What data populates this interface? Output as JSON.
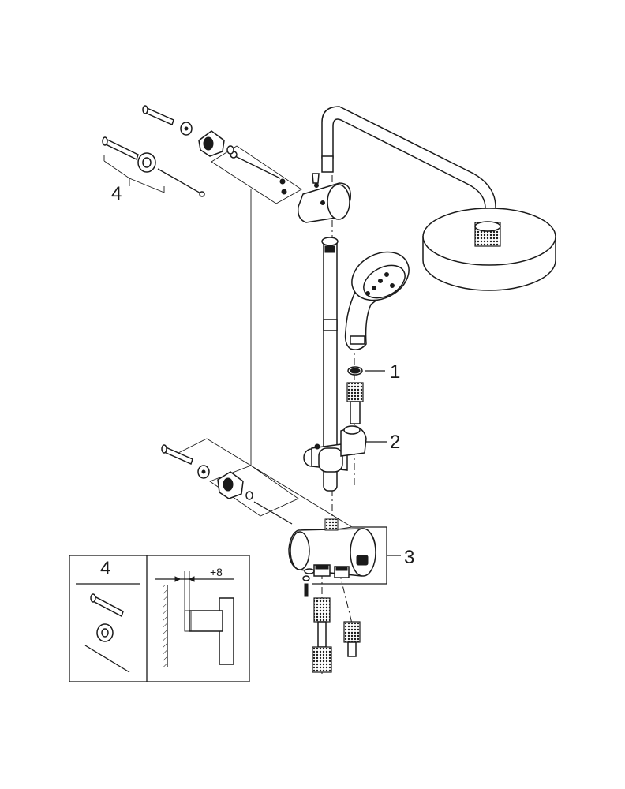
{
  "callouts": {
    "c1": "1",
    "c2": "2",
    "c3": "3",
    "c4": "4"
  },
  "inset": {
    "kit_label": "4",
    "dimension": "+8"
  },
  "colors": {
    "line": "#1a1a1a",
    "background": "#ffffff"
  }
}
